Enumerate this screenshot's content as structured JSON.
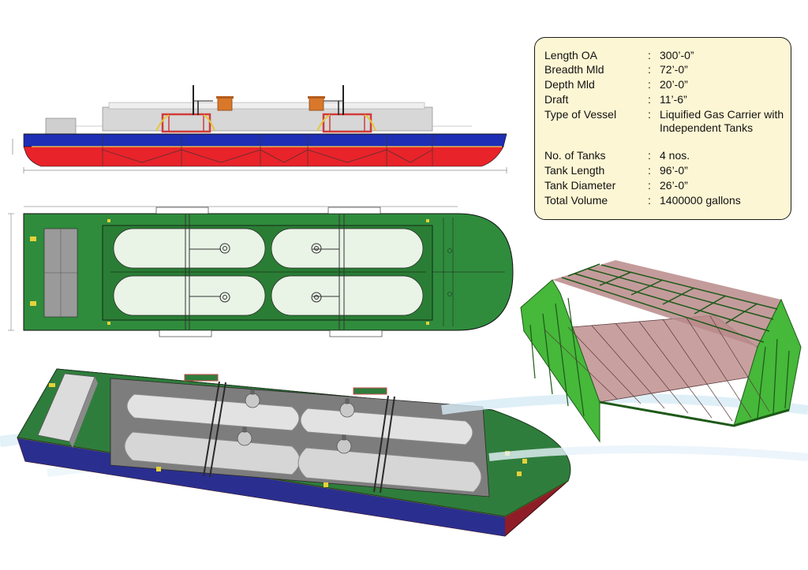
{
  "specs": [
    {
      "label": "Length OA",
      "value": "300’-0”"
    },
    {
      "label": "Breadth Mld",
      "value": "72’-0”"
    },
    {
      "label": "Depth Mld",
      "value": "20’-0”"
    },
    {
      "label": "Draft",
      "value": "11’-6”"
    },
    {
      "label": "Type of Vessel",
      "value": "Liquified Gas Carrier with Independent Tanks"
    },
    {
      "label": "No. of Tanks",
      "value": "4 nos."
    },
    {
      "label": "Tank Length",
      "value": "96’-0”"
    },
    {
      "label": "Tank Diameter",
      "value": "26’-0”"
    },
    {
      "label": "Total Volume",
      "value": "1400000 gallons"
    }
  ],
  "separator": ":",
  "colors": {
    "hull_red": "#e8232a",
    "hull_blue": "#1e2fb5",
    "deck_green": "#2f8c3c",
    "tank_fill": "#e9f3e6",
    "card_bg": "#fdf6d4",
    "frame_pink": "#c9a0a0",
    "frame_green": "#46b83a"
  },
  "icons": [
    "mast-icon",
    "gas-dome-icon"
  ]
}
